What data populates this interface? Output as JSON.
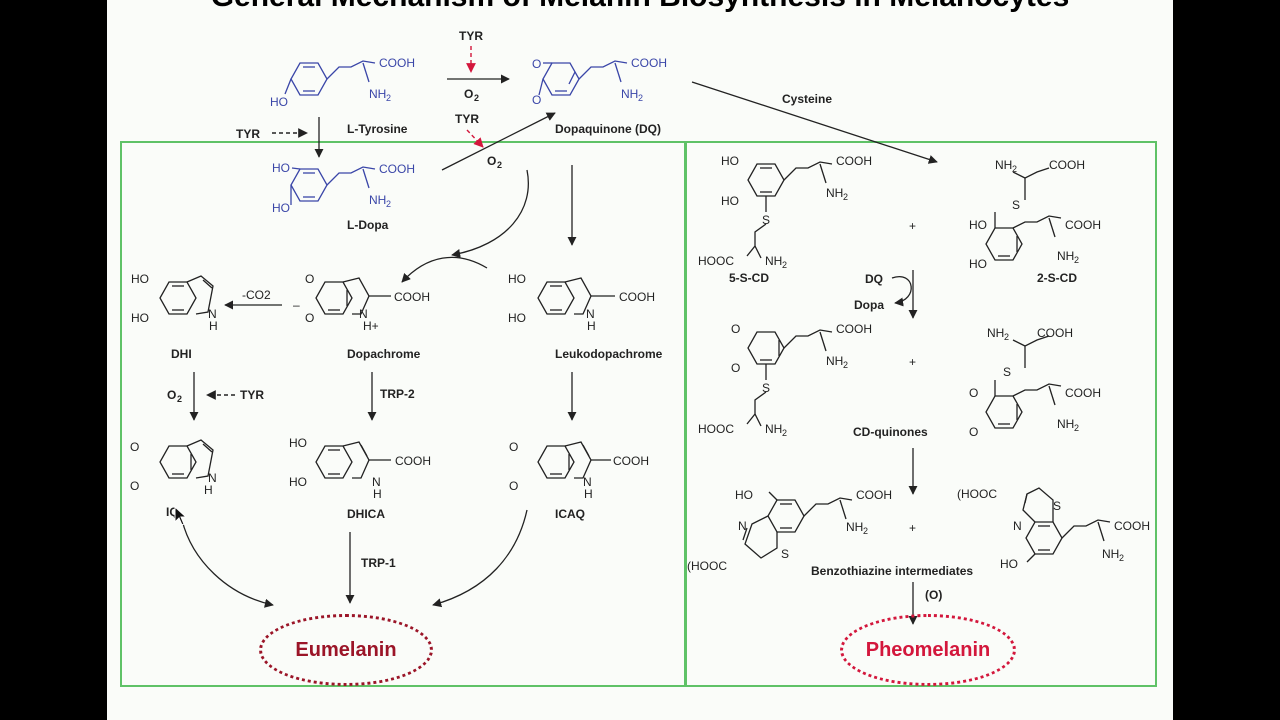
{
  "title": "General Mechanism of Melanin Biosynthesis in Melanocytes",
  "enzymes": {
    "tyr_top": "TYR",
    "tyr_left": "TYR",
    "tyr_mid": "TYR",
    "tyr_dhi": "TYR",
    "trp2": "TRP-2",
    "trp1": "TRP-1"
  },
  "labels": {
    "o2_top": "O",
    "o2_mid": "O",
    "o2_dhi": "O",
    "two": "2",
    "cysteine": "Cysteine",
    "co2": "-CO2",
    "dq": "DQ",
    "dopa": "Dopa",
    "oxidation": "(O)",
    "plus": "+"
  },
  "molecules": {
    "tyrosine": "L-Tyrosine",
    "dopaquinone": "Dopaquinone (DQ)",
    "ldopa": "L-Dopa",
    "dhi": "DHI",
    "dopachrome": "Dopachrome",
    "leukodopachrome": "Leukodopachrome",
    "iq": "IQ",
    "dhica": "DHICA",
    "icaq": "ICAQ",
    "scd5": "5-S-CD",
    "scd2": "2-S-CD",
    "cdquinones": "CD-quinones",
    "benzothiazine": "Benzothiazine intermediates"
  },
  "groups": {
    "cooh": "COOH",
    "nh2": "NH",
    "ho": "HO",
    "o": "O",
    "s": "S",
    "n": "N",
    "h": "H",
    "hooc": "HOOC",
    "hplus": "H+",
    "minus": "–",
    "hooc_paren": "(HOOC",
    "hooc_paren2": "(HOOC"
  },
  "products": {
    "eumelanin": "Eumelanin",
    "pheomelanin": "Pheomelanin"
  },
  "colors": {
    "panel_border": "#5fc267",
    "enzyme_red": "#d3173c",
    "melanin_dark_red": "#9b1528",
    "molecule_blue": "#3a46a8"
  }
}
